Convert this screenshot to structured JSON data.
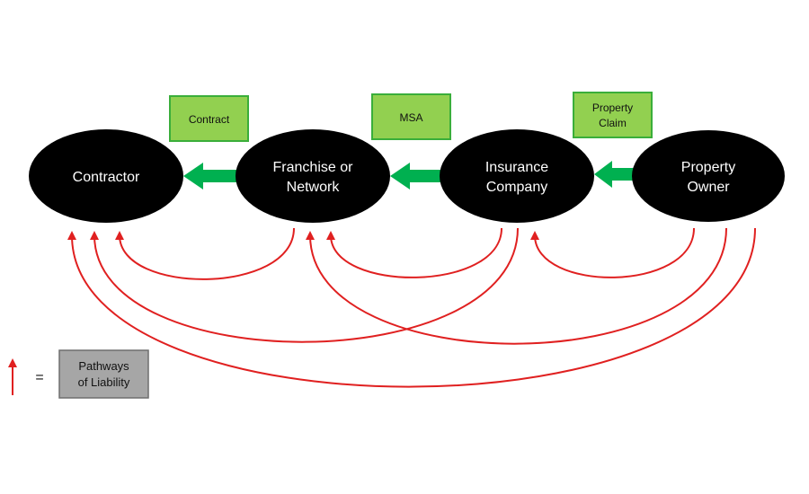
{
  "colors": {
    "node_fill": "#000000",
    "node_text": "#ffffff",
    "box_fill": "#92d050",
    "box_border": "#3aae3a",
    "flow_arrow": "#00b050",
    "liability_arrow": "#e02020",
    "legend_box_fill": "#a6a6a6",
    "legend_box_border": "#6f6f6f"
  },
  "nodes": [
    {
      "id": "contractor",
      "lines": [
        "Contractor"
      ]
    },
    {
      "id": "franchise",
      "lines": [
        "Franchise or",
        "Network"
      ]
    },
    {
      "id": "insurance",
      "lines": [
        "Insurance",
        "Company"
      ]
    },
    {
      "id": "owner",
      "lines": [
        "Property",
        "Owner"
      ]
    }
  ],
  "relations": [
    {
      "from": "franchise",
      "to": "contractor",
      "label_lines": [
        "Contract"
      ]
    },
    {
      "from": "insurance",
      "to": "franchise",
      "label_lines": [
        "MSA"
      ]
    },
    {
      "from": "owner",
      "to": "insurance",
      "label_lines": [
        "Property",
        "Claim"
      ]
    }
  ],
  "liability_pathways": [
    {
      "from": "franchise",
      "to": "contractor"
    },
    {
      "from": "insurance",
      "to": "franchise"
    },
    {
      "from": "insurance",
      "to": "contractor"
    },
    {
      "from": "owner",
      "to": "insurance"
    },
    {
      "from": "owner",
      "to": "franchise"
    },
    {
      "from": "owner",
      "to": "contractor"
    }
  ],
  "legend": {
    "equals": "=",
    "label_lines": [
      "Pathways",
      "of Liability"
    ]
  }
}
